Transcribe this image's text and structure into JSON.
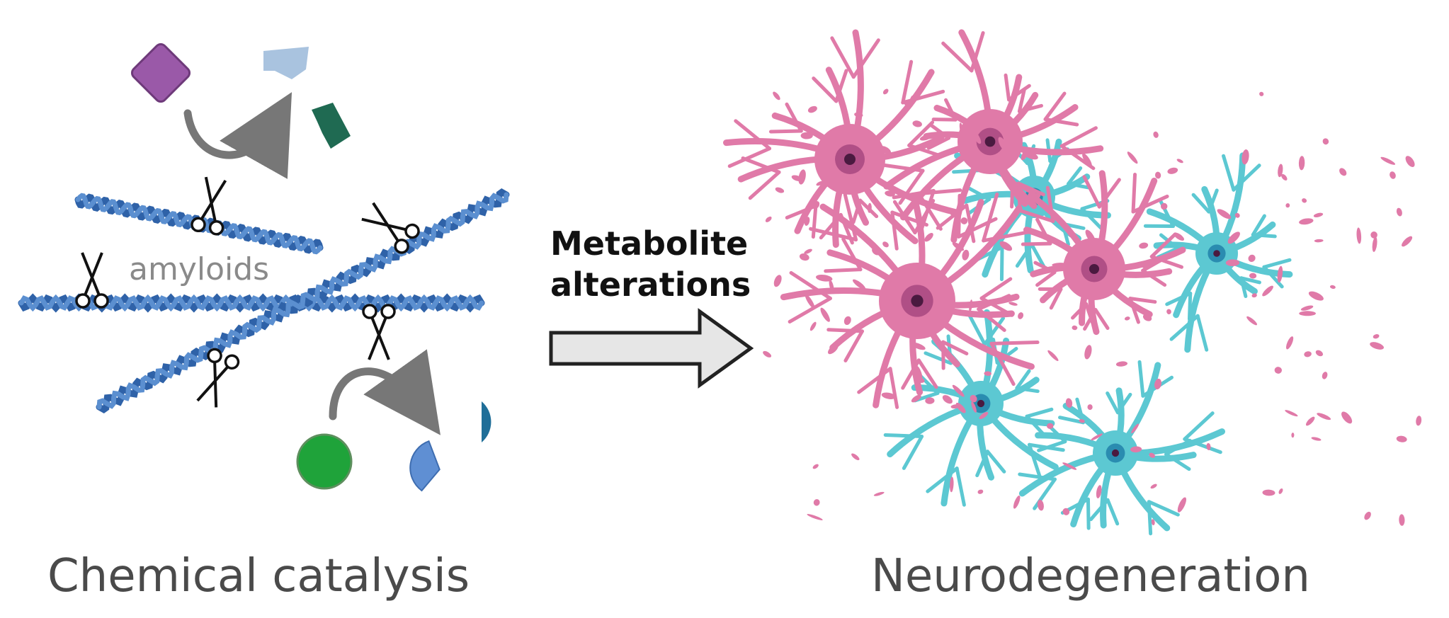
{
  "left_caption": "Chemical catalysis",
  "right_caption": "Neurodegeneration",
  "center_label_line1": "Metabolite",
  "center_label_line2": "alterations",
  "fibril_label": "amyloids",
  "colors": {
    "fibril": "#2f62a8",
    "fibril_light": "#5b8fd0",
    "neuron_pink": "#e07aa8",
    "neuron_pink_nucleus": "#b04f86",
    "neuron_cyan": "#5cc8d2",
    "neuron_cyan_nucleus": "#2a8cb0",
    "arrow_fill": "#e6e6e6",
    "arrow_stroke": "#222222",
    "curve_arrow": "#777777",
    "substrate_purple": "#9a59a8",
    "product_lightblue": "#a9c3df",
    "product_darkgreen": "#1f6a52",
    "substrate_green": "#1fa33a",
    "product_blue": "#5f8fd3",
    "product_teal": "#1f6e98"
  }
}
